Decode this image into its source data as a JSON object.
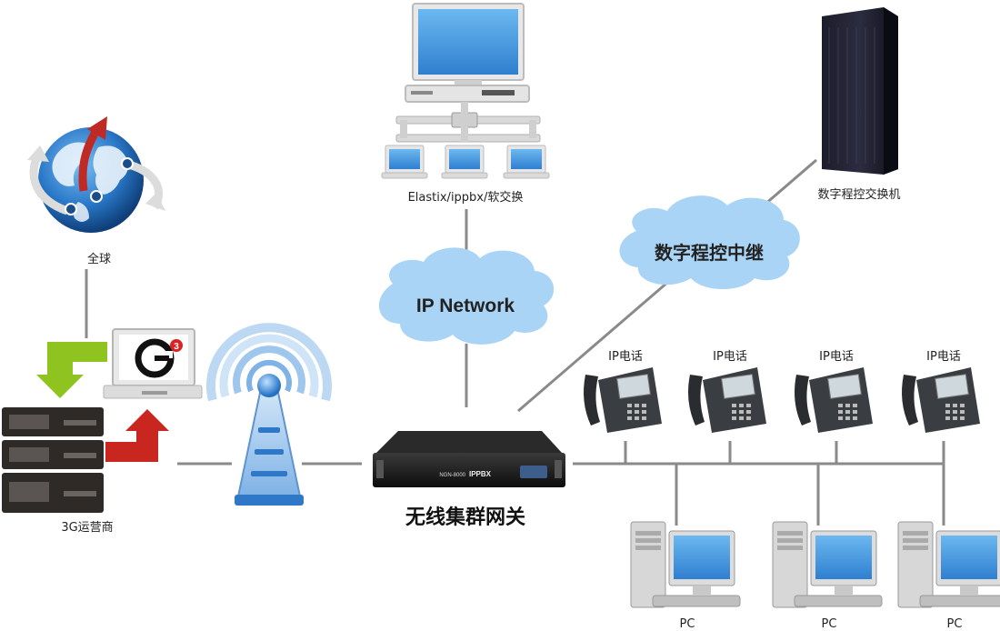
{
  "nodes": {
    "globe": {
      "label": "全球"
    },
    "carrier": {
      "label": "3G运营商",
      "logo_text": "G",
      "logo_superscript": "3"
    },
    "softswitch": {
      "label": "Elastix/ippbx/软交换"
    },
    "pbx": {
      "label": "数字程控交换机"
    },
    "gateway": {
      "label": "无线集群网关",
      "panel_text": "NGN-8000",
      "brand_text": "IPPBX"
    },
    "ip_phones": [
      {
        "label": "IP电话"
      },
      {
        "label": "IP电话"
      },
      {
        "label": "IP电话"
      },
      {
        "label": "IP电话"
      }
    ],
    "pcs": [
      {
        "label": "PC"
      },
      {
        "label": "PC"
      },
      {
        "label": "PC"
      }
    ]
  },
  "clouds": {
    "ip_network": {
      "label": "IP Network"
    },
    "digital_trunk": {
      "label": "数字程控中继"
    }
  },
  "colors": {
    "line": "#8a8a8a",
    "cloud": "#a9d4f5",
    "globe": "#2a78c8",
    "green_arrow": "#8fc31f",
    "red_arrow": "#c8261e",
    "antenna": "#2f78c8"
  }
}
